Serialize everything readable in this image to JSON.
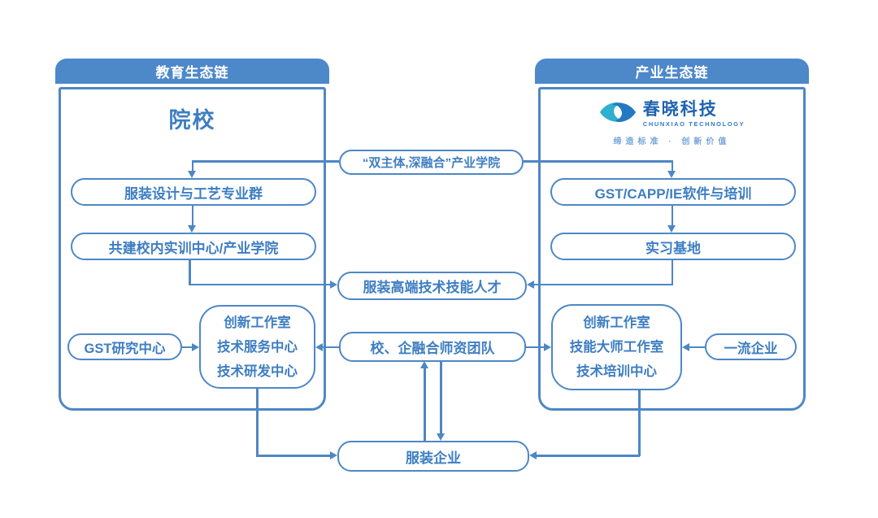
{
  "education": {
    "header": "教育生态链",
    "title": "院校",
    "node_major_group": "服装设计与工艺专业群",
    "node_training_center": "共建校内实训中心/产业学院",
    "node_gst_research": "GST研究中心",
    "centers": [
      "创新工作室",
      "技术服务中心",
      "技术研发中心"
    ]
  },
  "industry": {
    "header": "产业生态链",
    "logo": {
      "name": "春晓科技",
      "name_en": "CHUNXIAO TECHNOLOGY",
      "slogan": "缔造标准 · 创新价值"
    },
    "node_software": "GST/CAPP/IE软件与培训",
    "node_internship": "实习基地",
    "node_first_class": "一流企业",
    "centers": [
      "创新工作室",
      "技能大师工作室",
      "技术培训中心"
    ]
  },
  "middle": {
    "node_industry_college": "“双主体,深融合”产业学院",
    "node_talent": "服装高端技术技能人才",
    "node_teacher_team": "校、企融合师资团队",
    "node_enterprise": "服装企业"
  },
  "colors": {
    "accent_line": "#4E87C5",
    "text_blue": "#3E7EC2",
    "header_bg": "#4D88C9",
    "logo_teal": "#2FB0CF",
    "logo_blue": "#2378C2"
  }
}
